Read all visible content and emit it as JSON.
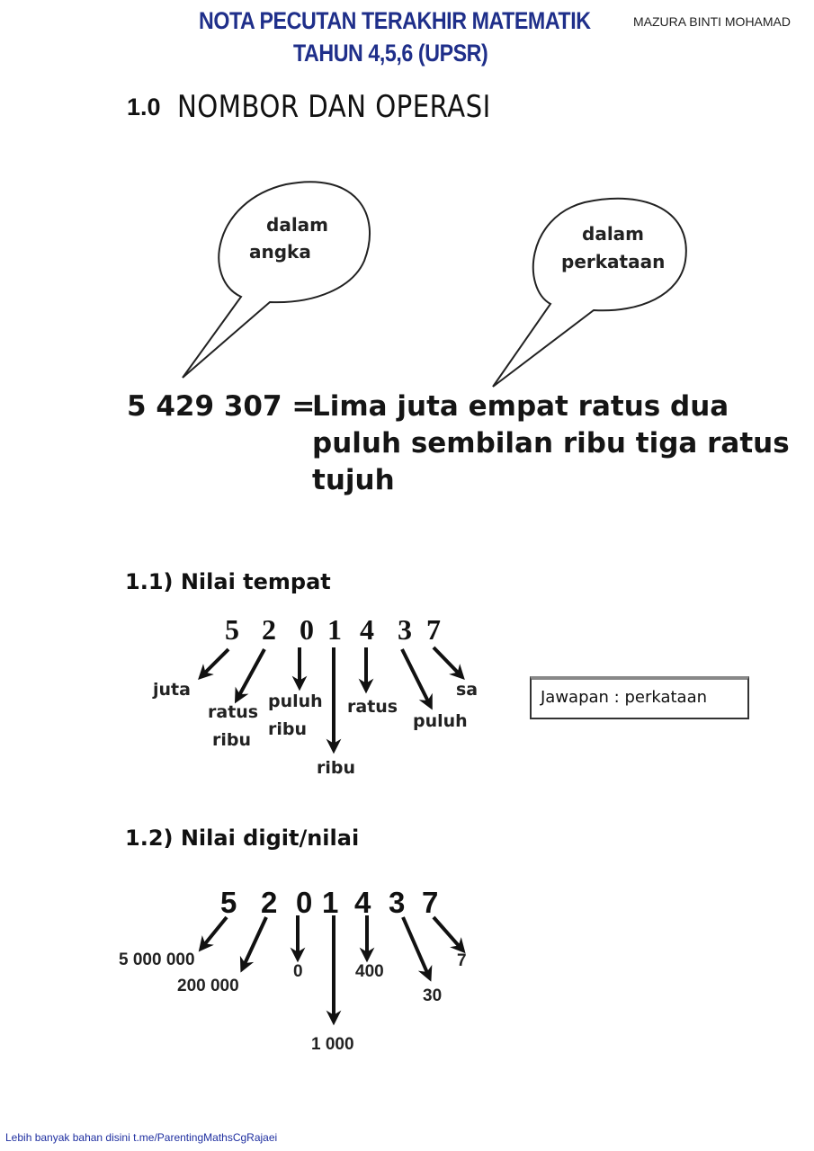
{
  "header": {
    "title_line1": "NOTA PECUTAN TERAKHIR MATEMATIK",
    "title_line2": "TAHUN 4,5,6 (UPSR)",
    "author": "MAZURA BINTI MOHAMAD"
  },
  "section": {
    "number": "1.0",
    "title": "NOMBOR DAN OPERASI"
  },
  "bubbles": {
    "left": [
      "dalam",
      "angka"
    ],
    "right": [
      "dalam",
      "perkataan"
    ]
  },
  "example": {
    "number": "5 429 307 =",
    "words": [
      "Lima juta empat ratus dua",
      "puluh sembilan ribu tiga ratus",
      "tujuh"
    ]
  },
  "place_value": {
    "heading": "1.1) Nilai tempat",
    "digits": [
      "5",
      "2",
      "0",
      "1",
      "4",
      "3",
      "7"
    ],
    "labels": [
      "juta",
      "ratus",
      "ribu",
      "puluh",
      "ribu",
      "ribu",
      "ratus",
      "puluh",
      "sa"
    ],
    "answer": "Jawapan : perkataan"
  },
  "digit_value": {
    "heading": "1.2) Nilai digit/nilai",
    "digits": [
      "5",
      "2",
      "0",
      "1",
      "4",
      "3",
      "7"
    ],
    "values": [
      "5 000 000",
      "200 000",
      "0",
      "1 000",
      "400",
      "30",
      "7"
    ]
  },
  "footer": {
    "text": "Lebih banyak bahan disini t.me/ParentingMathsCgRajaei"
  }
}
